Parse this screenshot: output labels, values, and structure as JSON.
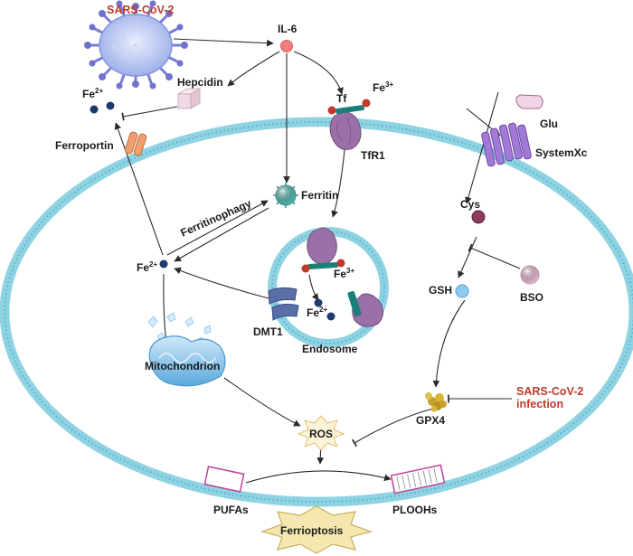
{
  "labels": {
    "sars_cov2": "SARS-CoV-2",
    "il6": "IL-6",
    "hepcidin": "Hepcidin",
    "tf": "Tf",
    "fe3_ext": "Fe",
    "fe3_ext_sup": "3+",
    "tfr1": "TfR1",
    "glu": "Glu",
    "systemxc": "SystemXc",
    "fe2_ext": "Fe",
    "fe2_ext_sup": "2+",
    "ferroportin": "Ferroportin",
    "ferritin": "Ferritin",
    "ferritinophagy": "Ferritinophagy",
    "cys": "Cys",
    "fe2_cyto": "Fe",
    "fe2_cyto_sup": "2+",
    "fe3_endo": "Fe",
    "fe3_endo_sup": "3+",
    "gsh": "GSH",
    "bso": "BSO",
    "fe2_endo": "Fe",
    "fe2_endo_sup": "2+",
    "dmt1": "DMT1",
    "endosome": "Endosome",
    "sars_infection_line1": "SARS-CoV-2",
    "sars_infection_line2": "infection",
    "gpx4": "GPX4",
    "mitochondrion": "Mitochondrion",
    "ros": "ROS",
    "pufas": "PUFAs",
    "ploohs": "PLOOHs",
    "ferrioptosis": "Ferrioptosis"
  },
  "colors": {
    "membrane": "#8fd3e3",
    "membrane_dots": "#5ab4cc",
    "virus": "#a9b8ee",
    "virus_spike": "#7a7fd6",
    "il6": "#f08080",
    "receptor": "#9b6fa8",
    "iron": "#1f3b6e",
    "fe3_red": "#c0392b",
    "ferritin": "#4fb8b0",
    "systemxc": "#9e76d0",
    "gpx4": "#c7a12b",
    "gsh": "#8ccbef",
    "bso": "#e6b8d4",
    "cys": "#8a3b5e",
    "ferroportin": "#f0a070",
    "mitochondrion": "#7fbfe8",
    "lipid_box": "#c0409a",
    "star": "#f4e7b0",
    "arrow": "#2a2a2a",
    "red_text": "#c0392b"
  },
  "icons": {
    "virus": "coronavirus-icon",
    "hepcidin": "cube-icon",
    "receptor": "tfr1-receptor-icon",
    "ferritin": "ferritin-sphere-icon",
    "transporter": "systemxc-transporter-icon",
    "gpx4": "enzyme-cluster-icon",
    "star": "explosion-star-icon"
  }
}
